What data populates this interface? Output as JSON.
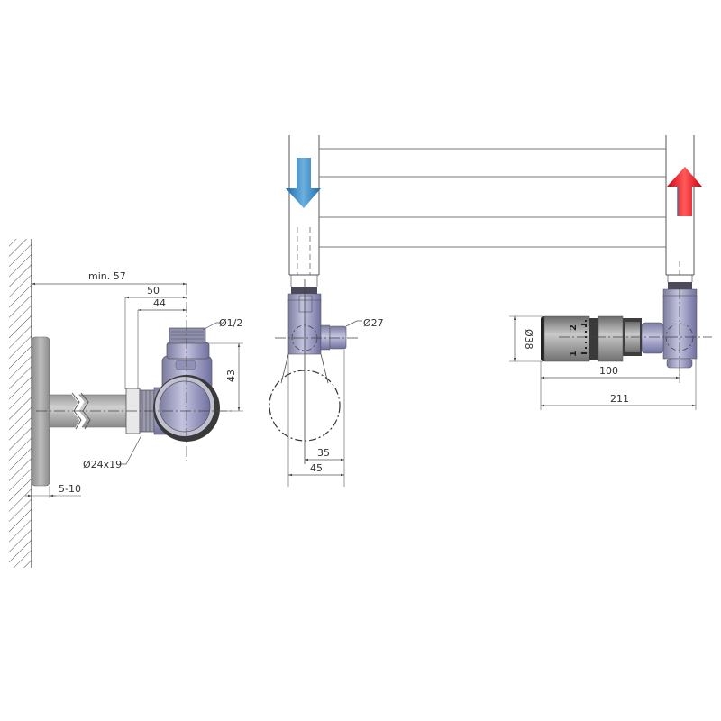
{
  "diagram": {
    "type": "technical-drawing",
    "subject": "angled radiator valve set with thermostatic head",
    "colors": {
      "line": "#444444",
      "dim_line": "#555555",
      "valve_body": "#a8a8c8",
      "valve_dark": "#6f6f90",
      "wall_plate": "#a9a9a9",
      "pipe": "#b5b5b5",
      "thermo_head": "#9a9a9a",
      "arrow_in": "#2f7fbf",
      "arrow_out": "#e8101a"
    },
    "left_view": {
      "dimensions": {
        "min_depth": "min. 57",
        "outer_length": "50",
        "inner_length": "44",
        "thread": "Ø1/2",
        "height": "43",
        "pipe_fitting": "Ø24x19",
        "wall_gap": "5-10"
      }
    },
    "middle_view": {
      "flow_direction": "down",
      "dimensions": {
        "cap_diameter": "Ø27",
        "axis_offset": "35",
        "total_width": "45"
      }
    },
    "right_view": {
      "flow_direction": "up",
      "dimensions": {
        "head_diameter": "Ø38",
        "head_length": "100",
        "total_length": "211"
      },
      "dial_labels": [
        "1",
        "2"
      ]
    }
  }
}
